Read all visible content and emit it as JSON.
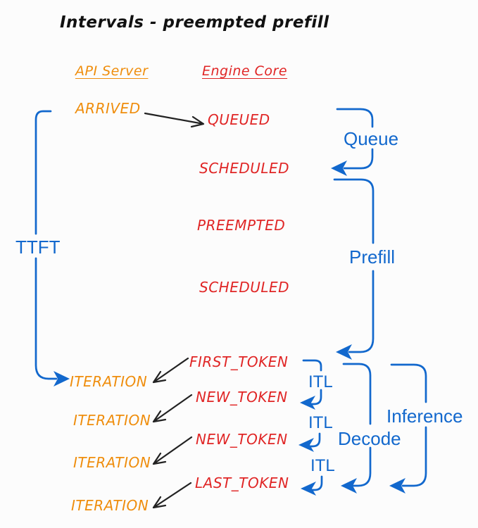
{
  "title": "Intervals - preempted prefill",
  "columns": {
    "api_server": "API Server",
    "engine_core": "Engine Core"
  },
  "api_events": [
    {
      "label": "ARRIVED"
    },
    {
      "label": "ITERATION"
    },
    {
      "label": "ITERATION"
    },
    {
      "label": "ITERATION"
    },
    {
      "label": "ITERATION"
    }
  ],
  "engine_events": [
    {
      "label": "QUEUED"
    },
    {
      "label": "SCHEDULED"
    },
    {
      "label": "PREEMPTED"
    },
    {
      "label": "SCHEDULED"
    },
    {
      "label": "FIRST_TOKEN"
    },
    {
      "label": "NEW_TOKEN"
    },
    {
      "label": "NEW_TOKEN"
    },
    {
      "label": "LAST_TOKEN"
    }
  ],
  "intervals": {
    "ttft": "TTFT",
    "queue": "Queue",
    "prefill": "Prefill",
    "itl_1": "ITL",
    "itl_2": "ITL",
    "itl_3": "ITL",
    "decode": "Decode",
    "inference": "Inference"
  },
  "colors": {
    "api_server_orange": "#ef8d0c",
    "engine_core_red": "#e02525",
    "interval_blue": "#1268cd",
    "arrow_black": "#222222",
    "background": "#fcfcfc"
  }
}
